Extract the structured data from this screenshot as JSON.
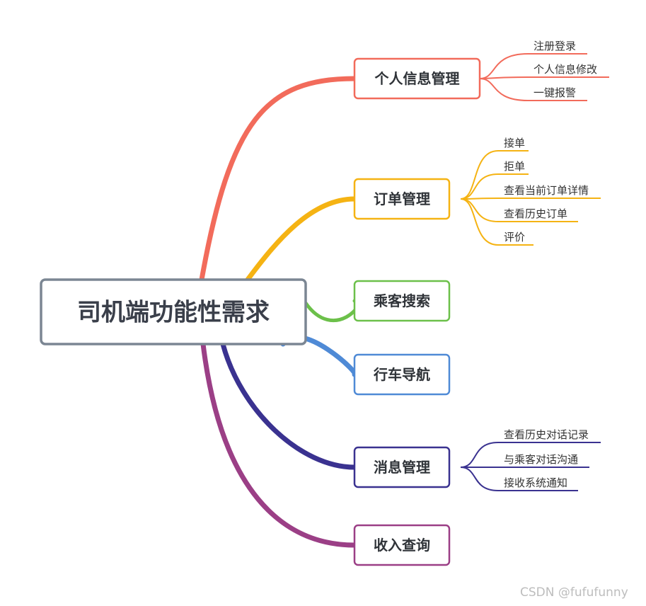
{
  "root": {
    "label": "司机端功能性需求",
    "border_color": "#7b8693"
  },
  "branches": [
    {
      "id": "personal",
      "label": "个人信息管理",
      "color": "#f26b5b",
      "children": [
        "注册登录",
        "个人信息修改",
        "一键报警"
      ]
    },
    {
      "id": "orders",
      "label": "订单管理",
      "color": "#f5b313",
      "children": [
        "接单",
        "拒单",
        "查看当前订单详情",
        "查看历史订单",
        "评价"
      ]
    },
    {
      "id": "passenger-search",
      "label": "乘客搜索",
      "color": "#6cc04a",
      "children": []
    },
    {
      "id": "navigation",
      "label": "行车导航",
      "color": "#4f8ad6",
      "children": []
    },
    {
      "id": "messages",
      "label": "消息管理",
      "color": "#3a3290",
      "children": [
        "查看历史对话记录",
        "与乘客对话沟通",
        "接收系统通知"
      ]
    },
    {
      "id": "income",
      "label": "收入查询",
      "color": "#9b3f86",
      "children": []
    }
  ],
  "watermark": "CSDN @fufufunny"
}
